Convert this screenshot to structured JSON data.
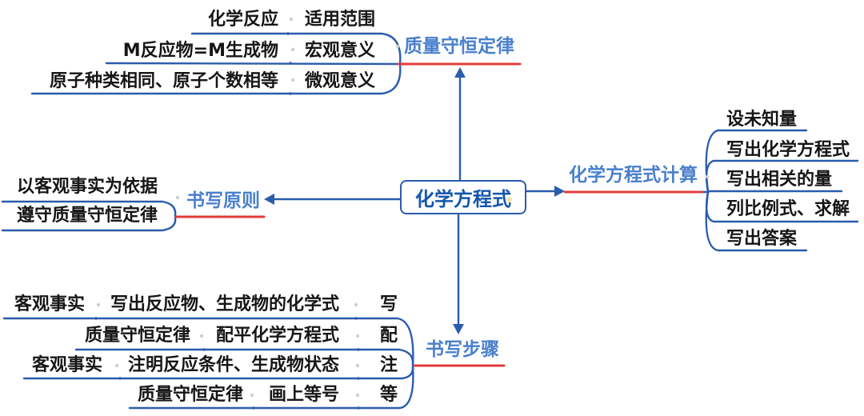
{
  "palette": {
    "branch_line_blue": "#2b5cad",
    "topic_label_blue": "#4a80cc",
    "center_text_blue": "#1556ad",
    "topic_underline_red": "#e23b3b",
    "node_text_black": "#161616"
  },
  "center": {
    "title": "化学方程式"
  },
  "branches": {
    "mass_law": {
      "label": "质量守恒定律",
      "rows": [
        {
          "term": "化学反应",
          "aspect": "适用范围"
        },
        {
          "term": "M反应物=M生成物",
          "aspect": "宏观意义"
        },
        {
          "term": "原子种类相同、原子个数相等",
          "aspect": "微观意义"
        }
      ]
    },
    "calculation": {
      "label": "化学方程式计算",
      "steps": [
        "设未知量",
        "写出化学方程式",
        "写出相关的量",
        "列比例式、求解",
        "写出答案"
      ]
    },
    "principles": {
      "label": "书写原则",
      "items": [
        "以客观事实为依据",
        "遵守质量守恒定律"
      ]
    },
    "writing_steps": {
      "label": "书写步骤",
      "rows": [
        {
          "basis": "客观事实",
          "action": "写出反应物、生成物的化学式",
          "key": "写"
        },
        {
          "basis": "质量守恒定律",
          "action": "配平化学方程式",
          "key": "配"
        },
        {
          "basis": "客观事实",
          "action": "注明反应条件、生成物状态",
          "key": "注"
        },
        {
          "basis": "质量守恒定律",
          "action": "画上等号",
          "key": "等"
        }
      ]
    }
  }
}
